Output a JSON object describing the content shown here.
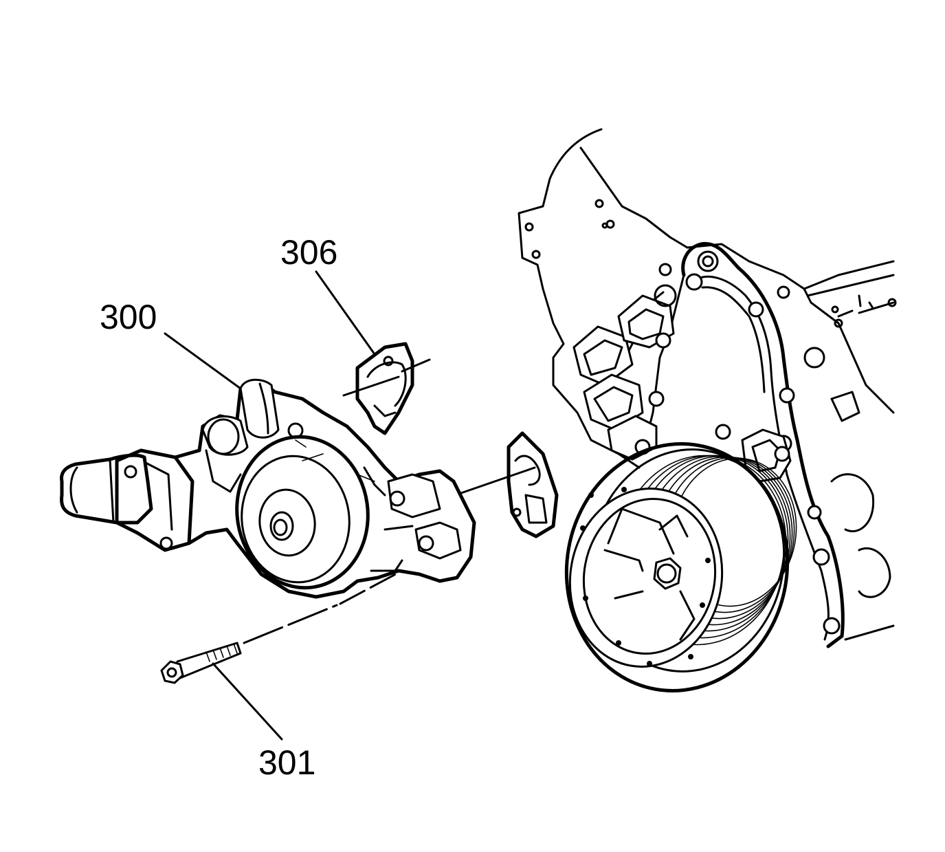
{
  "callouts": {
    "water_pump": "300",
    "gasket": "306",
    "bolt": "301"
  }
}
